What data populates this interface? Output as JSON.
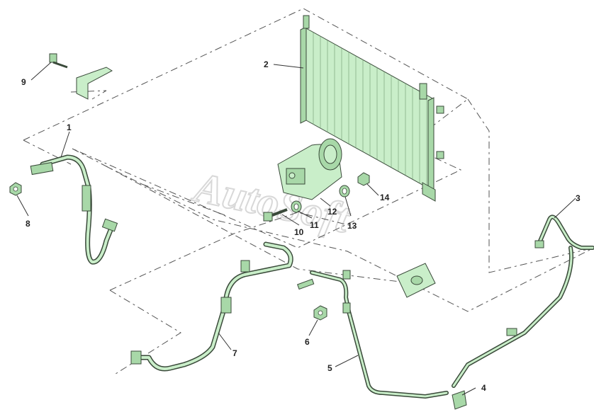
{
  "watermark": "AutoSoft",
  "callouts": {
    "c1": "1",
    "c2": "2",
    "c3": "3",
    "c4": "4",
    "c5": "5",
    "c6": "6",
    "c7": "7",
    "c8": "8",
    "c9": "9",
    "c10": "10",
    "c11": "11",
    "c12": "12",
    "c13": "13",
    "c14": "14"
  },
  "colors": {
    "part_fill": "#c9eec9",
    "part_outline": "#3a4a3a",
    "leader": "#333333"
  }
}
